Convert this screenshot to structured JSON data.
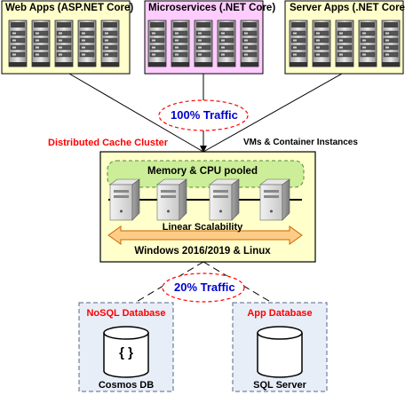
{
  "groups": {
    "web_apps": {
      "label": "Web Apps (ASP.NET Core)",
      "fill": "#ffffcc"
    },
    "microservices": {
      "label": "Microservices (.NET Core)",
      "fill": "#ffccff"
    },
    "server_apps": {
      "label": "Server Apps (.NET Core)",
      "fill": "#ffffcc"
    }
  },
  "traffic_top": {
    "label": "100% Traffic",
    "color": "#0000cc"
  },
  "traffic_bottom": {
    "label": "20% Traffic",
    "color": "#0000cc"
  },
  "cache": {
    "title": "Distributed Cache Cluster",
    "title_color": "#ff0000",
    "subtitle": "VMs & Container Instances",
    "pool_label": "Memory & CPU pooled",
    "pool_fill": "#ccee99",
    "scalability_label": "Linear Scalability",
    "arrow_fill": "#ffcc88",
    "arrow_stroke": "#cc6600",
    "os_label": "Windows 2016/2019 & Linux",
    "fill": "#ffffcc"
  },
  "databases": [
    {
      "heading": "NoSQL Database",
      "icon": "curly-braces-icon",
      "glyph": "{ }",
      "name": "Cosmos DB"
    },
    {
      "heading": "App Database",
      "icon": "database-icon",
      "glyph": "",
      "name": "SQL Server"
    }
  ],
  "db_box_fill": "#e8eef8",
  "db_heading_color": "#ff0000"
}
